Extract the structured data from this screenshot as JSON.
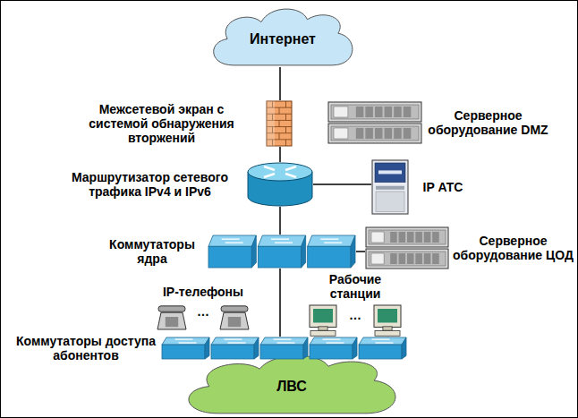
{
  "diagram": {
    "nodes": [
      {
        "text": [
          "Интернет"
        ]
      },
      {
        "text": [
          "Межсетевой экран с системой обнаружения вторжений"
        ]
      },
      {
        "text": [
          "Серверное оборудование DMZ"
        ]
      },
      {
        "text": [
          "Маршрутизатор сетевого трафика IPv4 и IPv6"
        ]
      },
      {
        "text": [
          "IP АТС"
        ]
      },
      {
        "text": [
          "Коммутаторы ядра"
        ]
      },
      {
        "text": [
          "Серверное оборудование ЦОД"
        ]
      },
      {
        "text": [
          "IP-телефоны"
        ]
      },
      {
        "text": [
          "Рабочие станции"
        ]
      },
      {
        "text": [
          "Коммутаторы доступа абонентов"
        ]
      },
      {
        "text": [
          "ЛВС"
        ]
      }
    ],
    "edges": [
      {
        "from": 0,
        "to": 1,
        "arrow": "none"
      },
      {
        "from": 1,
        "to": 3,
        "arrow": "none"
      },
      {
        "from": 3,
        "to": 4,
        "arrow": "none"
      },
      {
        "from": 3,
        "to": 5,
        "arrow": "none"
      },
      {
        "from": 5,
        "to": 6,
        "arrow": "none"
      },
      {
        "from": 5,
        "to": 9,
        "arrow": "none"
      }
    ],
    "labels": [
      "…",
      "…"
    ]
  }
}
